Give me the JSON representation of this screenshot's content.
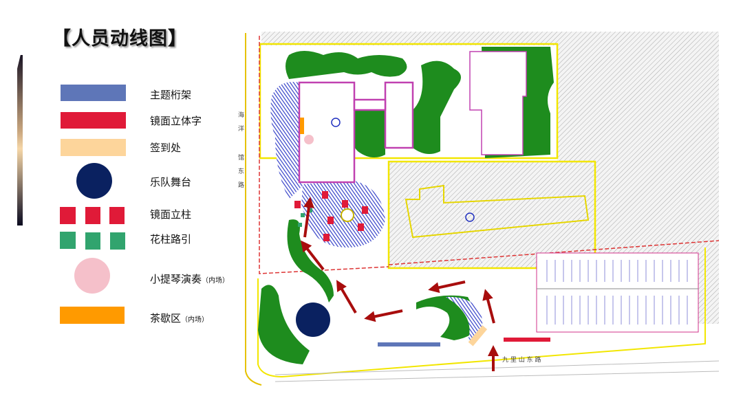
{
  "title": "【人员动线图】",
  "legend": [
    {
      "label": "主题桁架",
      "suffix": "",
      "shape": "bar",
      "color": "#5e76b8"
    },
    {
      "label": "镜面立体字",
      "suffix": "",
      "shape": "bar",
      "color": "#e01a38"
    },
    {
      "label": "签到处",
      "suffix": "",
      "shape": "bar",
      "color": "#fdd59b"
    },
    {
      "label": "乐队舞台",
      "suffix": "",
      "shape": "circle",
      "color": "#0a2160"
    },
    {
      "label": "镜面立柱",
      "suffix": "",
      "shape": "squares",
      "color": "#e01a38"
    },
    {
      "label": "花柱路引",
      "suffix": "",
      "shape": "squares",
      "color": "#31a46e"
    },
    {
      "label": "小提琴演奏",
      "suffix": "（内场）",
      "shape": "circle",
      "color": "#f5c0ca"
    },
    {
      "label": "茶歇区",
      "suffix": "（内场）",
      "shape": "bar",
      "color": "#ff9a00"
    }
  ],
  "map": {
    "roads": {
      "west": [
        "海",
        "洋",
        "馆",
        "东",
        "路"
      ],
      "south": "九 里 山 东 路"
    },
    "colors": {
      "arrow": "#a80d0d",
      "lawn": "#1e8c1e",
      "paving": "#3440c8",
      "boundary": "#f2e600",
      "building": "#c040b0"
    }
  }
}
